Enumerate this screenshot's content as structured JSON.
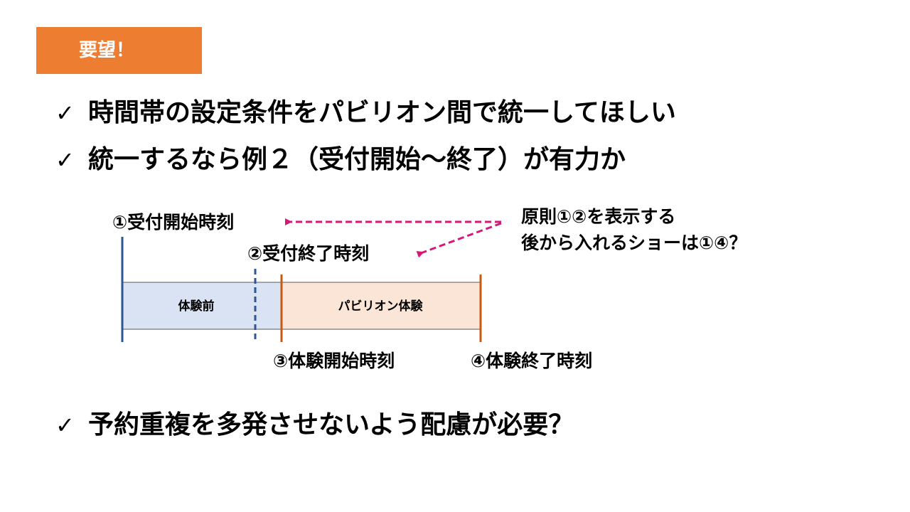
{
  "badge": {
    "label": "要望！",
    "color": "#ED7D31"
  },
  "bullets": [
    {
      "check": "✓",
      "text": "時間帯の設定条件をパビリオン間で統一してほしい"
    },
    {
      "check": "✓",
      "text": "統一するなら例２（受付開始〜終了）が有力か"
    },
    {
      "check": "✓",
      "text": "予約重複を多発させないよう配慮が必要？"
    }
  ],
  "diagram": {
    "labels": {
      "reception_start": "①受付開始時刻",
      "reception_end": "②受付終了時刻",
      "experience_start": "③体験開始時刻",
      "experience_end": "④体験終了時刻"
    },
    "boxes": {
      "before": {
        "label": "体験前",
        "color": "#DAE3F3"
      },
      "pavilion": {
        "label": "パビリオン体験",
        "color": "#FBE5D6"
      }
    },
    "note": {
      "line1": "原則①②を表示する",
      "line2": "後から入れるショーは①④？"
    },
    "colors": {
      "blue_line": "#2F5597",
      "orange_line": "#C55A11",
      "arrow": "#D6177A"
    }
  }
}
